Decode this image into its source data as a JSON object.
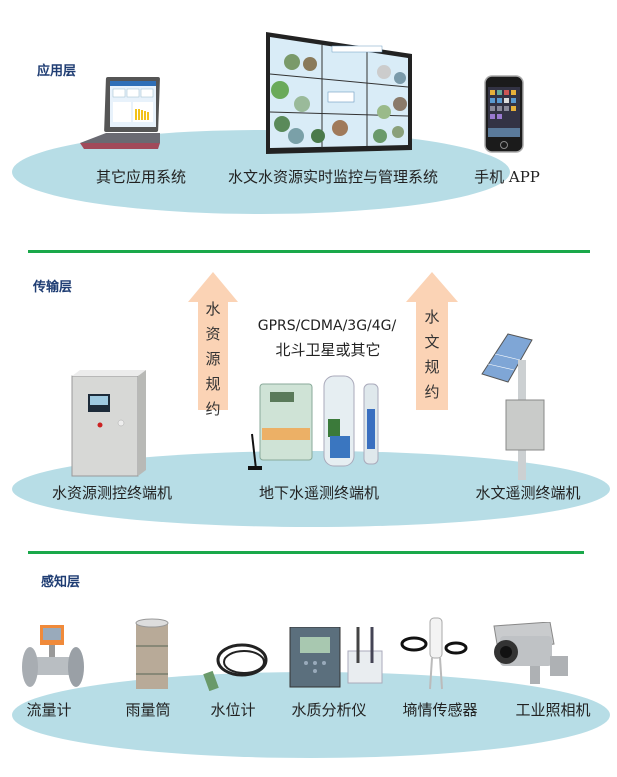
{
  "layers": {
    "application": {
      "title": "应用层",
      "items": [
        {
          "label": "其它应用系统",
          "icon": "laptop-icon"
        },
        {
          "label": "水文水资源实时监控与管理系统",
          "icon": "video-wall-icon"
        },
        {
          "label": "手机 APP",
          "icon": "smartphone-icon"
        }
      ]
    },
    "transport": {
      "title": "传输层",
      "network": {
        "line1": "GPRS/CDMA/3G/4G/",
        "line2": "北斗卫星或其它"
      },
      "arrows": [
        {
          "chars": [
            "水",
            "资",
            "源",
            "规",
            "约"
          ]
        },
        {
          "chars": [
            "水",
            "文",
            "规",
            "约"
          ]
        }
      ],
      "items": [
        {
          "label": "水资源测控终端机",
          "icon": "control-cabinet-icon"
        },
        {
          "label": "地下水遥测终端机",
          "icon": "telemetry-terminal-icon"
        },
        {
          "label": "水文遥测终端机",
          "icon": "solar-station-icon"
        }
      ]
    },
    "perception": {
      "title": "感知层",
      "items": [
        {
          "label": "流量计",
          "icon": "flowmeter-icon"
        },
        {
          "label": "雨量筒",
          "icon": "rain-gauge-icon"
        },
        {
          "label": "水位计",
          "icon": "water-level-sensor-icon"
        },
        {
          "label": "水质分析仪",
          "icon": "water-quality-analyzer-icon"
        },
        {
          "label": "墒情传感器",
          "icon": "soil-moisture-sensor-icon"
        },
        {
          "label": "工业照相机",
          "icon": "industrial-camera-icon"
        }
      ]
    }
  },
  "colors": {
    "ellipse": "#b7dde6",
    "divider": "#1aa84a",
    "title": "#1f3d73",
    "arrow": "#fbd3b5"
  }
}
